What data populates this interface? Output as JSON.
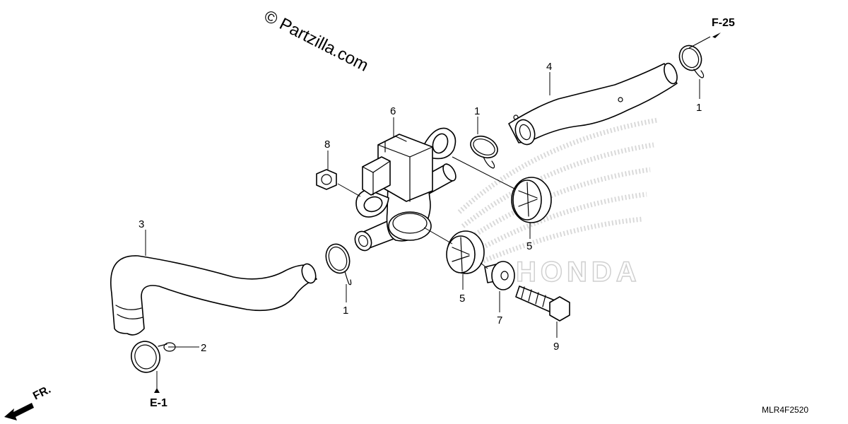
{
  "watermark": "© Partzilla.com",
  "brand_watermark": "HONDA",
  "diagram_code": "MLR4F2520",
  "references": {
    "f25": "F-25",
    "e1": "E-1",
    "front": "FR."
  },
  "callouts": {
    "c1a": "1",
    "c1b": "1",
    "c1c": "1",
    "c2": "2",
    "c3": "3",
    "c4": "4",
    "c5a": "5",
    "c5b": "5",
    "c6": "6",
    "c7": "7",
    "c8": "8",
    "c9": "9"
  },
  "colors": {
    "line": "#000000",
    "background": "#ffffff",
    "watermark_logo": "#d9d9d9"
  }
}
